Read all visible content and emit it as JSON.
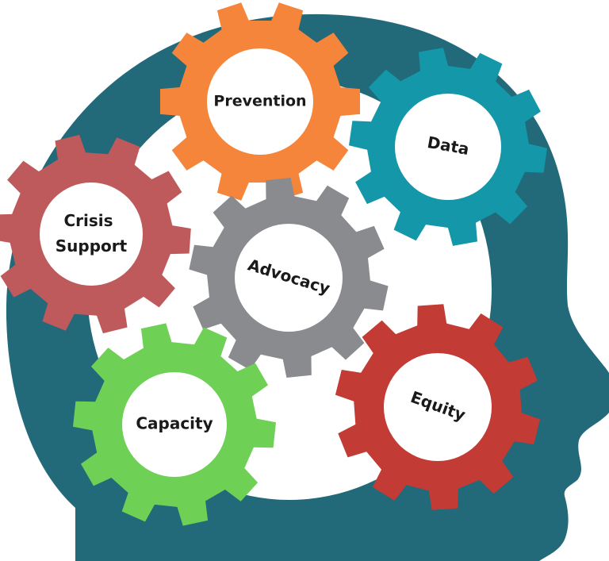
{
  "colors": {
    "head": "#22697A",
    "background": "#ffffff",
    "gear_center": "#ffffff",
    "label": "#1a1a1a"
  },
  "gears": [
    {
      "id": "prevention",
      "label": "Prevention",
      "color": "#F5853A"
    },
    {
      "id": "data",
      "label": "Data",
      "color": "#1497A8"
    },
    {
      "id": "crisis-support",
      "label_lines": [
        "Crisis",
        "Support"
      ],
      "color": "#BF5A5C"
    },
    {
      "id": "advocacy",
      "label": "Advocacy",
      "color": "#8A8B8E"
    },
    {
      "id": "capacity",
      "label": "Capacity",
      "color": "#6ED156"
    },
    {
      "id": "equity",
      "label": "Equity",
      "color": "#C23B35"
    }
  ]
}
